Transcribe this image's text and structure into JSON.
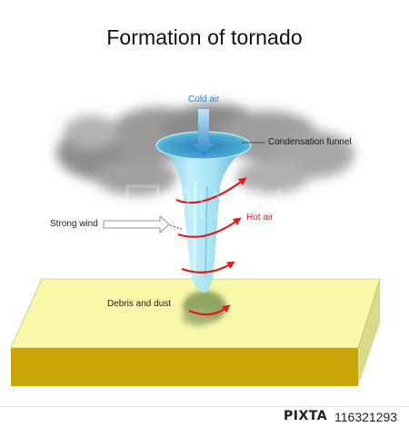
{
  "title": "Formation of tornado",
  "labels": {
    "cold_air": "Cold air",
    "condensation_funnel": "Condensation funnel",
    "strong_wind": "Strong wind",
    "hot_air": "Hot air",
    "debris_and_dust": "Debris and dust"
  },
  "footer": {
    "brand": "PIXTA",
    "stock_id": "116321293"
  },
  "colors": {
    "ground_top": "#f8f8a8",
    "ground_front": "#c9a406",
    "ground_side": "#d8d88a",
    "funnel": "#8fd8ee",
    "funnel_dark": "#2f93c1",
    "cold_air": "#1e8ad8",
    "hot_air": "#e01b1b",
    "cloud": "#8f8f8f"
  },
  "icons": [
    "cold-air-arrow-icon",
    "strong-wind-arrow-icon",
    "hot-air-arrow-icon",
    "pixta-logo-icon"
  ]
}
